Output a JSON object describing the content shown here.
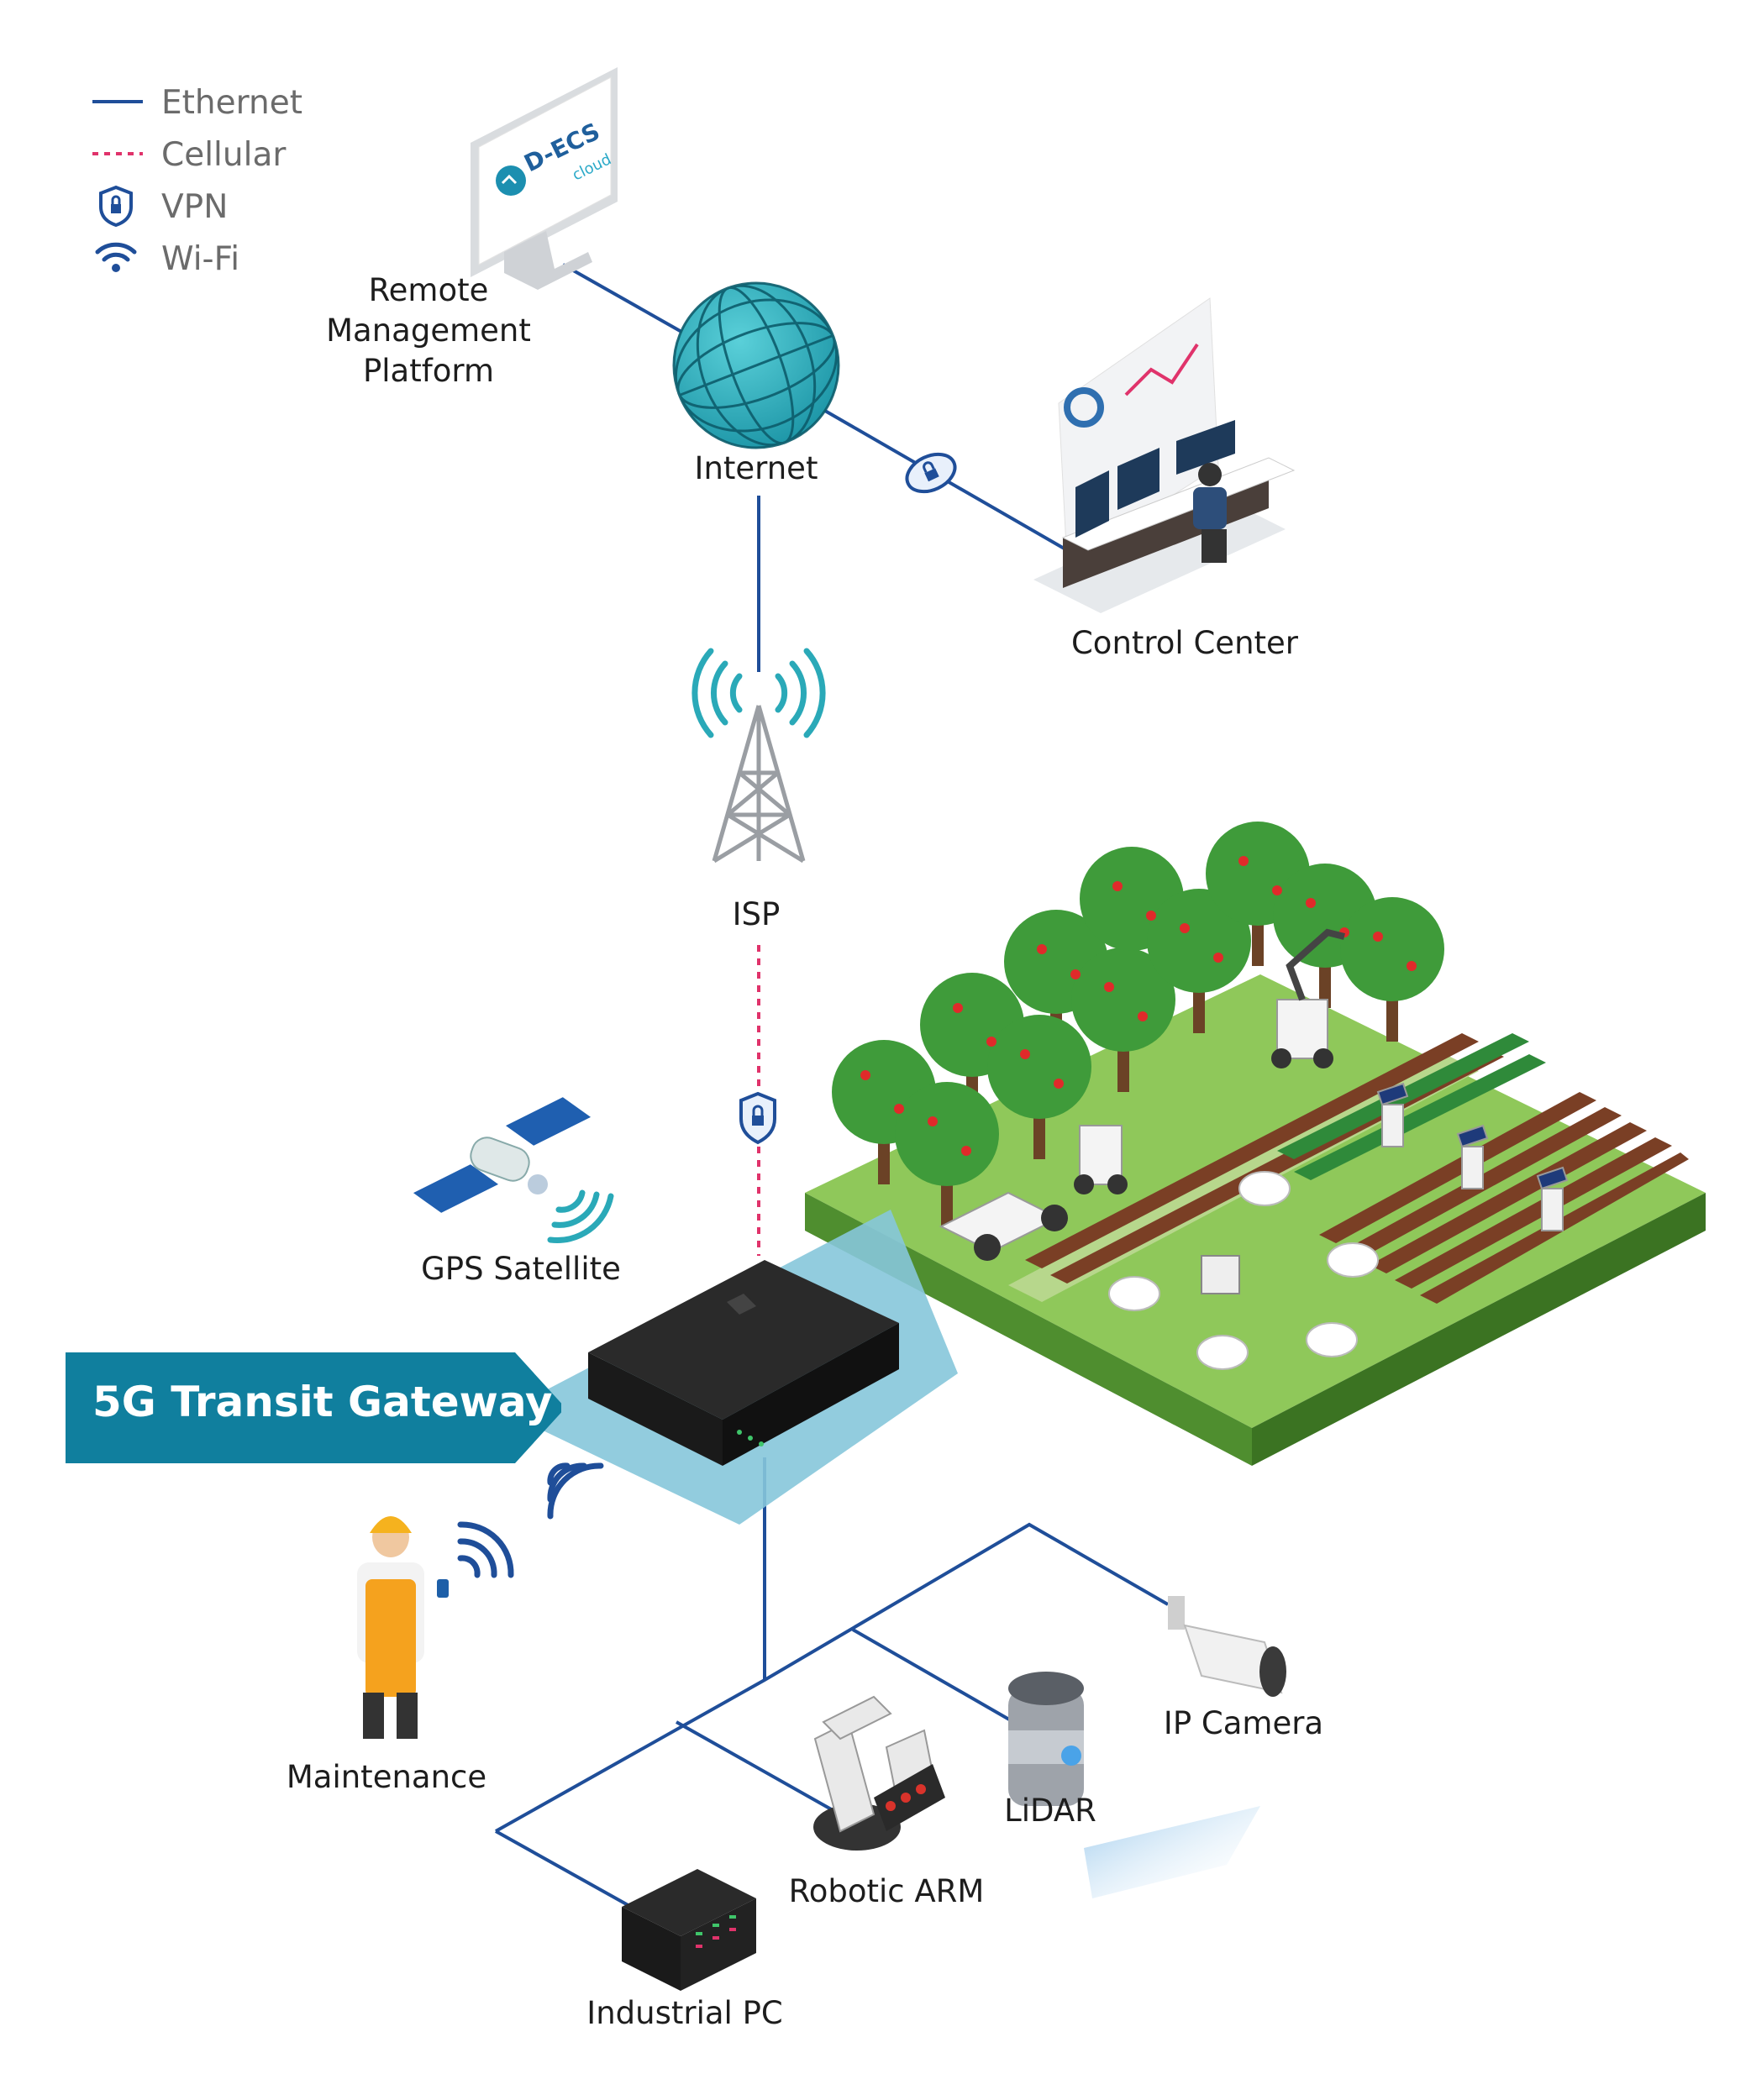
{
  "legend": {
    "ethernet": "Ethernet",
    "cellular": "Cellular",
    "vpn": "VPN",
    "wifi": "Wi-Fi"
  },
  "nodes": {
    "remote_platform": [
      "Remote",
      "Management",
      "Platform"
    ],
    "internet": "Internet",
    "control_center": "Control Center",
    "isp": "ISP",
    "gps_satellite": "GPS Satellite",
    "gateway": "5G Transit Gateway",
    "maintenance": "Maintenance",
    "ip_camera": "IP Camera",
    "lidar": "LiDAR",
    "robotic_arm": "Robotic ARM",
    "industrial_pc": "Industrial PC"
  },
  "monitor_logo": {
    "brand": "D-ECS",
    "sub": "cloud"
  },
  "colors": {
    "ethernet": "#1f4e99",
    "cellular": "#e0336b",
    "globe": "#2aa9b8",
    "banner": "#107f9e",
    "field": "#8fc85a",
    "gateway_pad": "#86c7da"
  }
}
